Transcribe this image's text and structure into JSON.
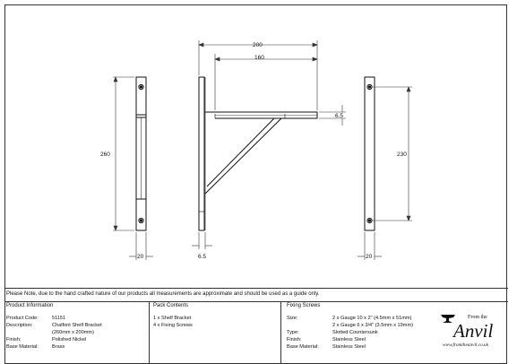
{
  "dimensions": {
    "back_plate_height": "260",
    "back_plate_width": "20",
    "bracket_depth": "200",
    "arm_length": "160",
    "arm_thickness": "6.5",
    "profile_thickness": "6.5",
    "fixing_centres": "230",
    "front_plate_width": "20"
  },
  "note": "Please Note, due to the hand crafted nature of our products all measurements are approximate and should be used as a guide only.",
  "product_info": {
    "heading": "Product Information",
    "rows": [
      {
        "label": "Product Code:",
        "value": "51151"
      },
      {
        "label": "Description:",
        "value": "Chalfont Shelf Bracket"
      },
      {
        "label": "",
        "value": "(260mm x 200mm)"
      },
      {
        "label": "Finish:",
        "value": "Polished Nickel"
      },
      {
        "label": "Base Material:",
        "value": "Brass"
      }
    ]
  },
  "pack_contents": {
    "heading": "Pack Contents",
    "items": [
      "1 x Shelf Bracket",
      "4 x Fixing Screws"
    ]
  },
  "fixing_screws": {
    "heading": "Fixing Screws",
    "rows": [
      {
        "label": "Size:",
        "value": "2 x Gauge 10 x 2\" (4.5mm x 51mm)"
      },
      {
        "label": "",
        "value": "2 x Gauge 6 x 3/4\" (3.5mm x 19mm)"
      },
      {
        "label": "Type:",
        "value": "Slotted Countersunk"
      },
      {
        "label": "Finish:",
        "value": "Stainless Steel"
      },
      {
        "label": "Base Material:",
        "value": "Stainless Steel"
      }
    ]
  },
  "logo": {
    "small": "From the",
    "brand": "Anvil",
    "url": "www.fromtheanvil.co.uk"
  }
}
